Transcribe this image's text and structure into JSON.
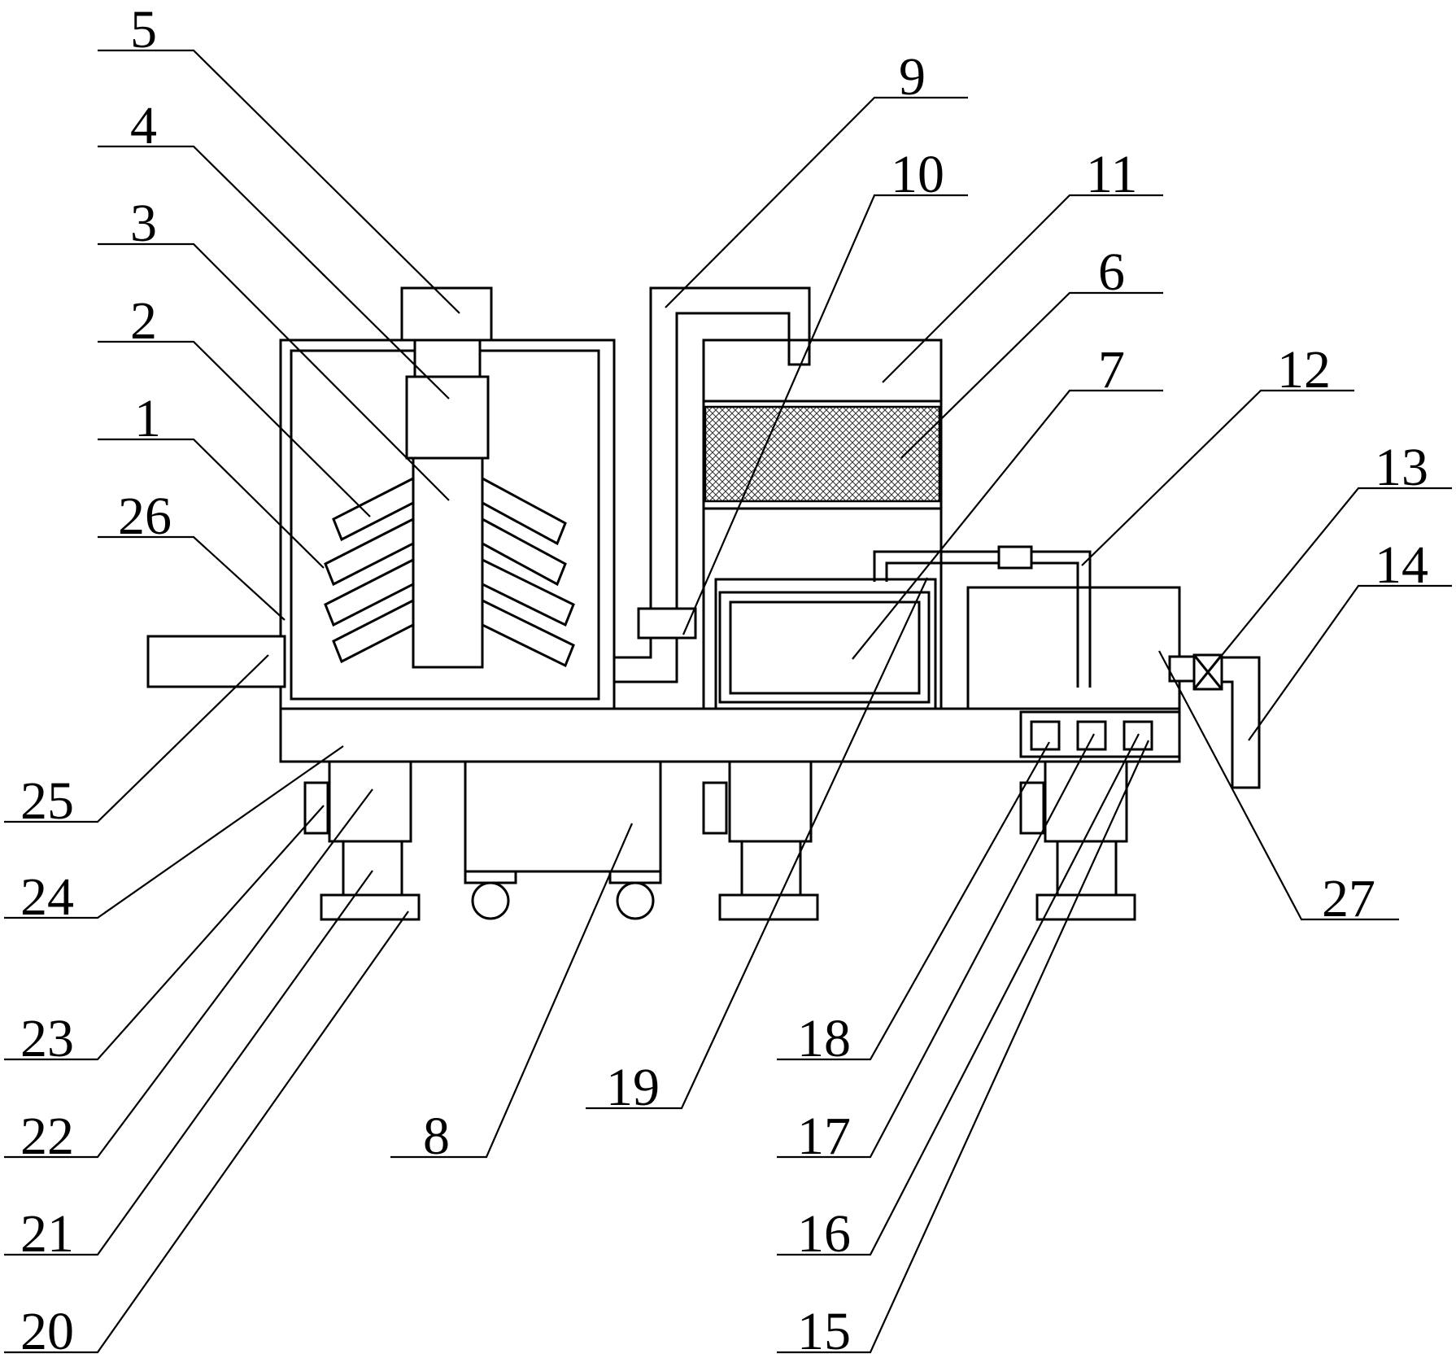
{
  "labels": [
    {
      "key": "l5",
      "text": "5"
    },
    {
      "key": "l4",
      "text": "4"
    },
    {
      "key": "l3",
      "text": "3"
    },
    {
      "key": "l2",
      "text": "2"
    },
    {
      "key": "l1",
      "text": "1"
    },
    {
      "key": "l26",
      "text": "26"
    },
    {
      "key": "l9",
      "text": "9"
    },
    {
      "key": "l10",
      "text": "10"
    },
    {
      "key": "l11",
      "text": "11"
    },
    {
      "key": "l6",
      "text": "6"
    },
    {
      "key": "l7",
      "text": "7"
    },
    {
      "key": "l12",
      "text": "12"
    },
    {
      "key": "l13",
      "text": "13"
    },
    {
      "key": "l14",
      "text": "14"
    },
    {
      "key": "l25",
      "text": "25"
    },
    {
      "key": "l24",
      "text": "24"
    },
    {
      "key": "l23",
      "text": "23"
    },
    {
      "key": "l22",
      "text": "22"
    },
    {
      "key": "l21",
      "text": "21"
    },
    {
      "key": "l20",
      "text": "20"
    },
    {
      "key": "l8",
      "text": "8"
    },
    {
      "key": "l19",
      "text": "19"
    },
    {
      "key": "l18",
      "text": "18"
    },
    {
      "key": "l17",
      "text": "17"
    },
    {
      "key": "l16",
      "text": "16"
    },
    {
      "key": "l15",
      "text": "15"
    },
    {
      "key": "l27",
      "text": "27"
    }
  ]
}
